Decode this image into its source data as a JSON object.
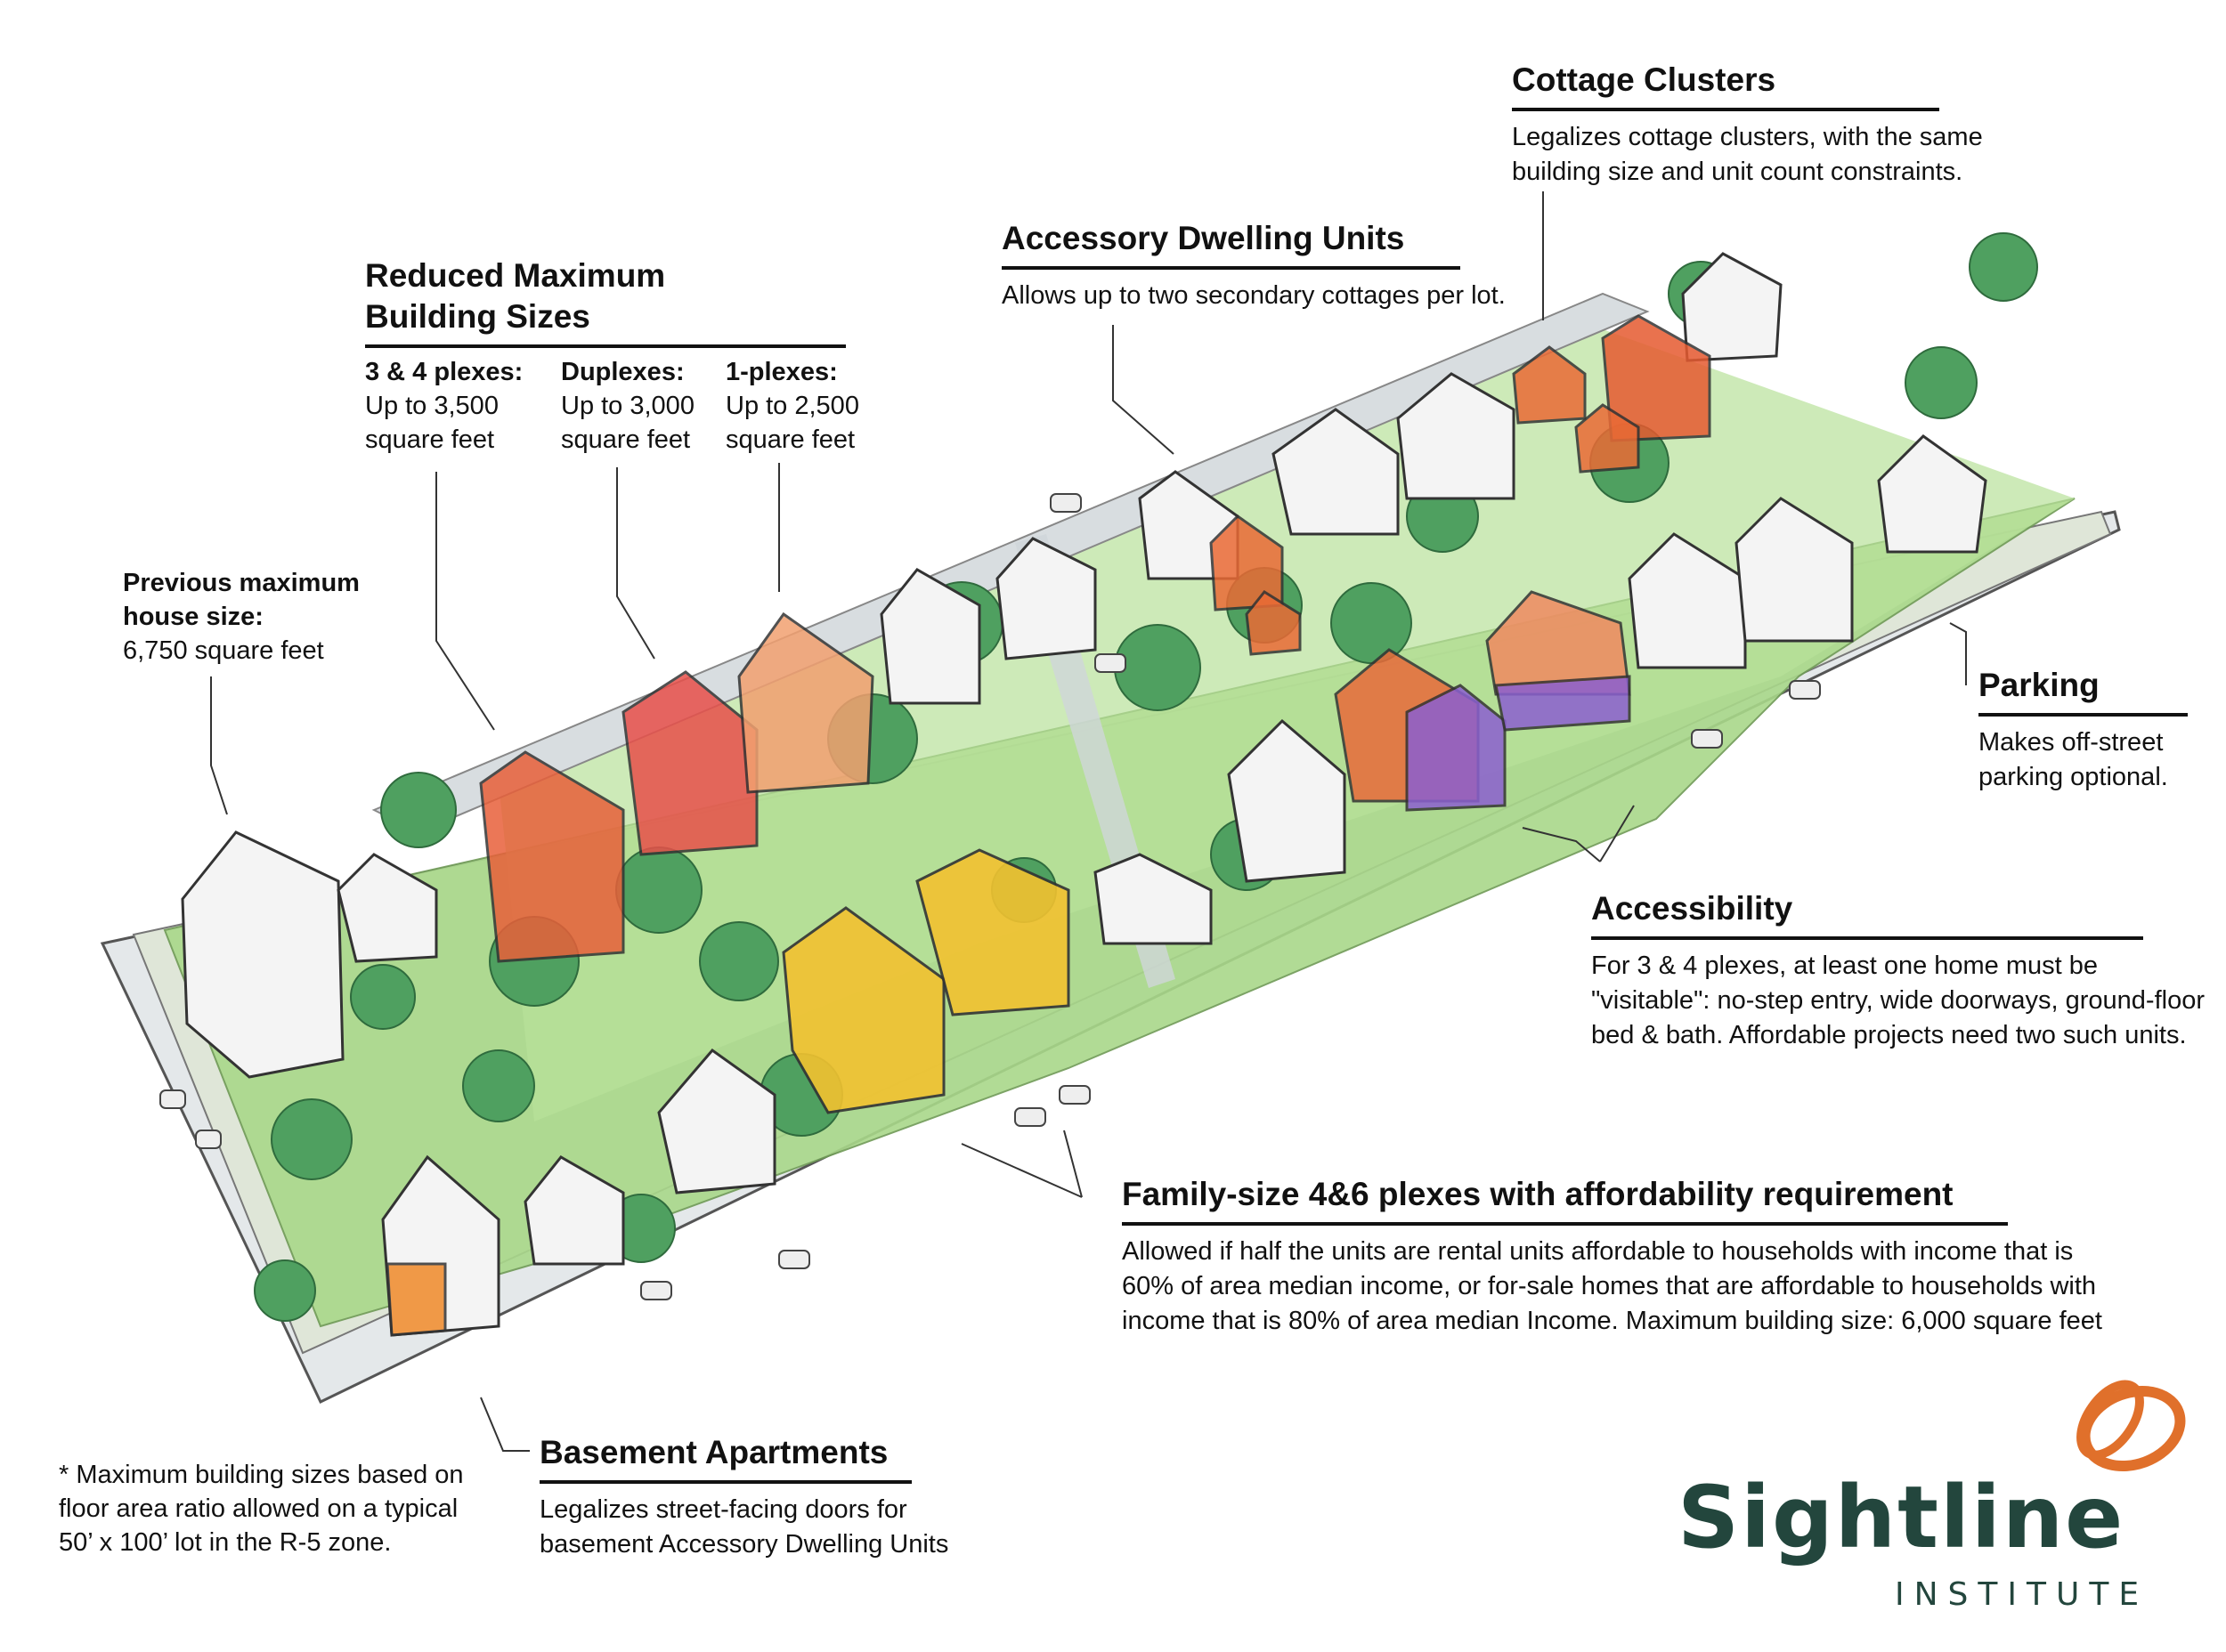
{
  "colors": {
    "ink": "#111111",
    "lawn": "#9ccf7a",
    "street": "#d7dde0",
    "accent_orange": "#e8603a",
    "accent_yellow": "#f2c230",
    "accent_purple": "#8b5fd0",
    "logo_green": "#23463d",
    "logo_orange": "#e0702b"
  },
  "reduced_sizes": {
    "title_line1": "Reduced Maximum",
    "title_line2": "Building Sizes",
    "columns": [
      {
        "head": "3 & 4 plexes:",
        "line1": "Up to 3,500",
        "line2": "square feet"
      },
      {
        "head": "Duplexes:",
        "line1": "Up to 3,000",
        "line2": "square feet"
      },
      {
        "head": "1-plexes:",
        "line1": "Up to 2,500",
        "line2": "square feet"
      }
    ]
  },
  "previous_max": {
    "line1": "Previous maximum",
    "line2": "house size:",
    "line3": "6,750 square feet"
  },
  "adu": {
    "title": "Accessory Dwelling Units",
    "text": "Allows up to two secondary cottages per lot."
  },
  "cottage": {
    "title": "Cottage Clusters",
    "line1": "Legalizes cottage clusters, with the same",
    "line2": "building size and unit count constraints."
  },
  "parking": {
    "title": "Parking",
    "line1": "Makes off-street",
    "line2": "parking optional."
  },
  "accessibility": {
    "title": "Accessibility",
    "line1": "For 3 & 4 plexes, at least one home must be",
    "line2": "\"visitable\": no-step entry, wide doorways, ground-floor",
    "line3": "bed & bath. Affordable projects need two such units."
  },
  "family": {
    "title": "Family-size 4&6 plexes with affordability requirement",
    "line1": "Allowed if half the units are rental units affordable to households with income that is",
    "line2": "60% of area median income, or for-sale homes that are affordable to households with",
    "line3": "income that is 80% of area median Income.  Maximum building size: 6,000 square feet"
  },
  "basement": {
    "title": "Basement Apartments",
    "line1": "Legalizes street-facing doors for",
    "line2": "basement Accessory Dwelling Units"
  },
  "footnote": {
    "line1": "* Maximum building sizes based on",
    "line2": "floor area ratio allowed on a typical",
    "line3": "50’ x 100’ lot in the R-5 zone."
  },
  "logo": {
    "name": "Sightline",
    "sub": "INSTITUTE"
  }
}
